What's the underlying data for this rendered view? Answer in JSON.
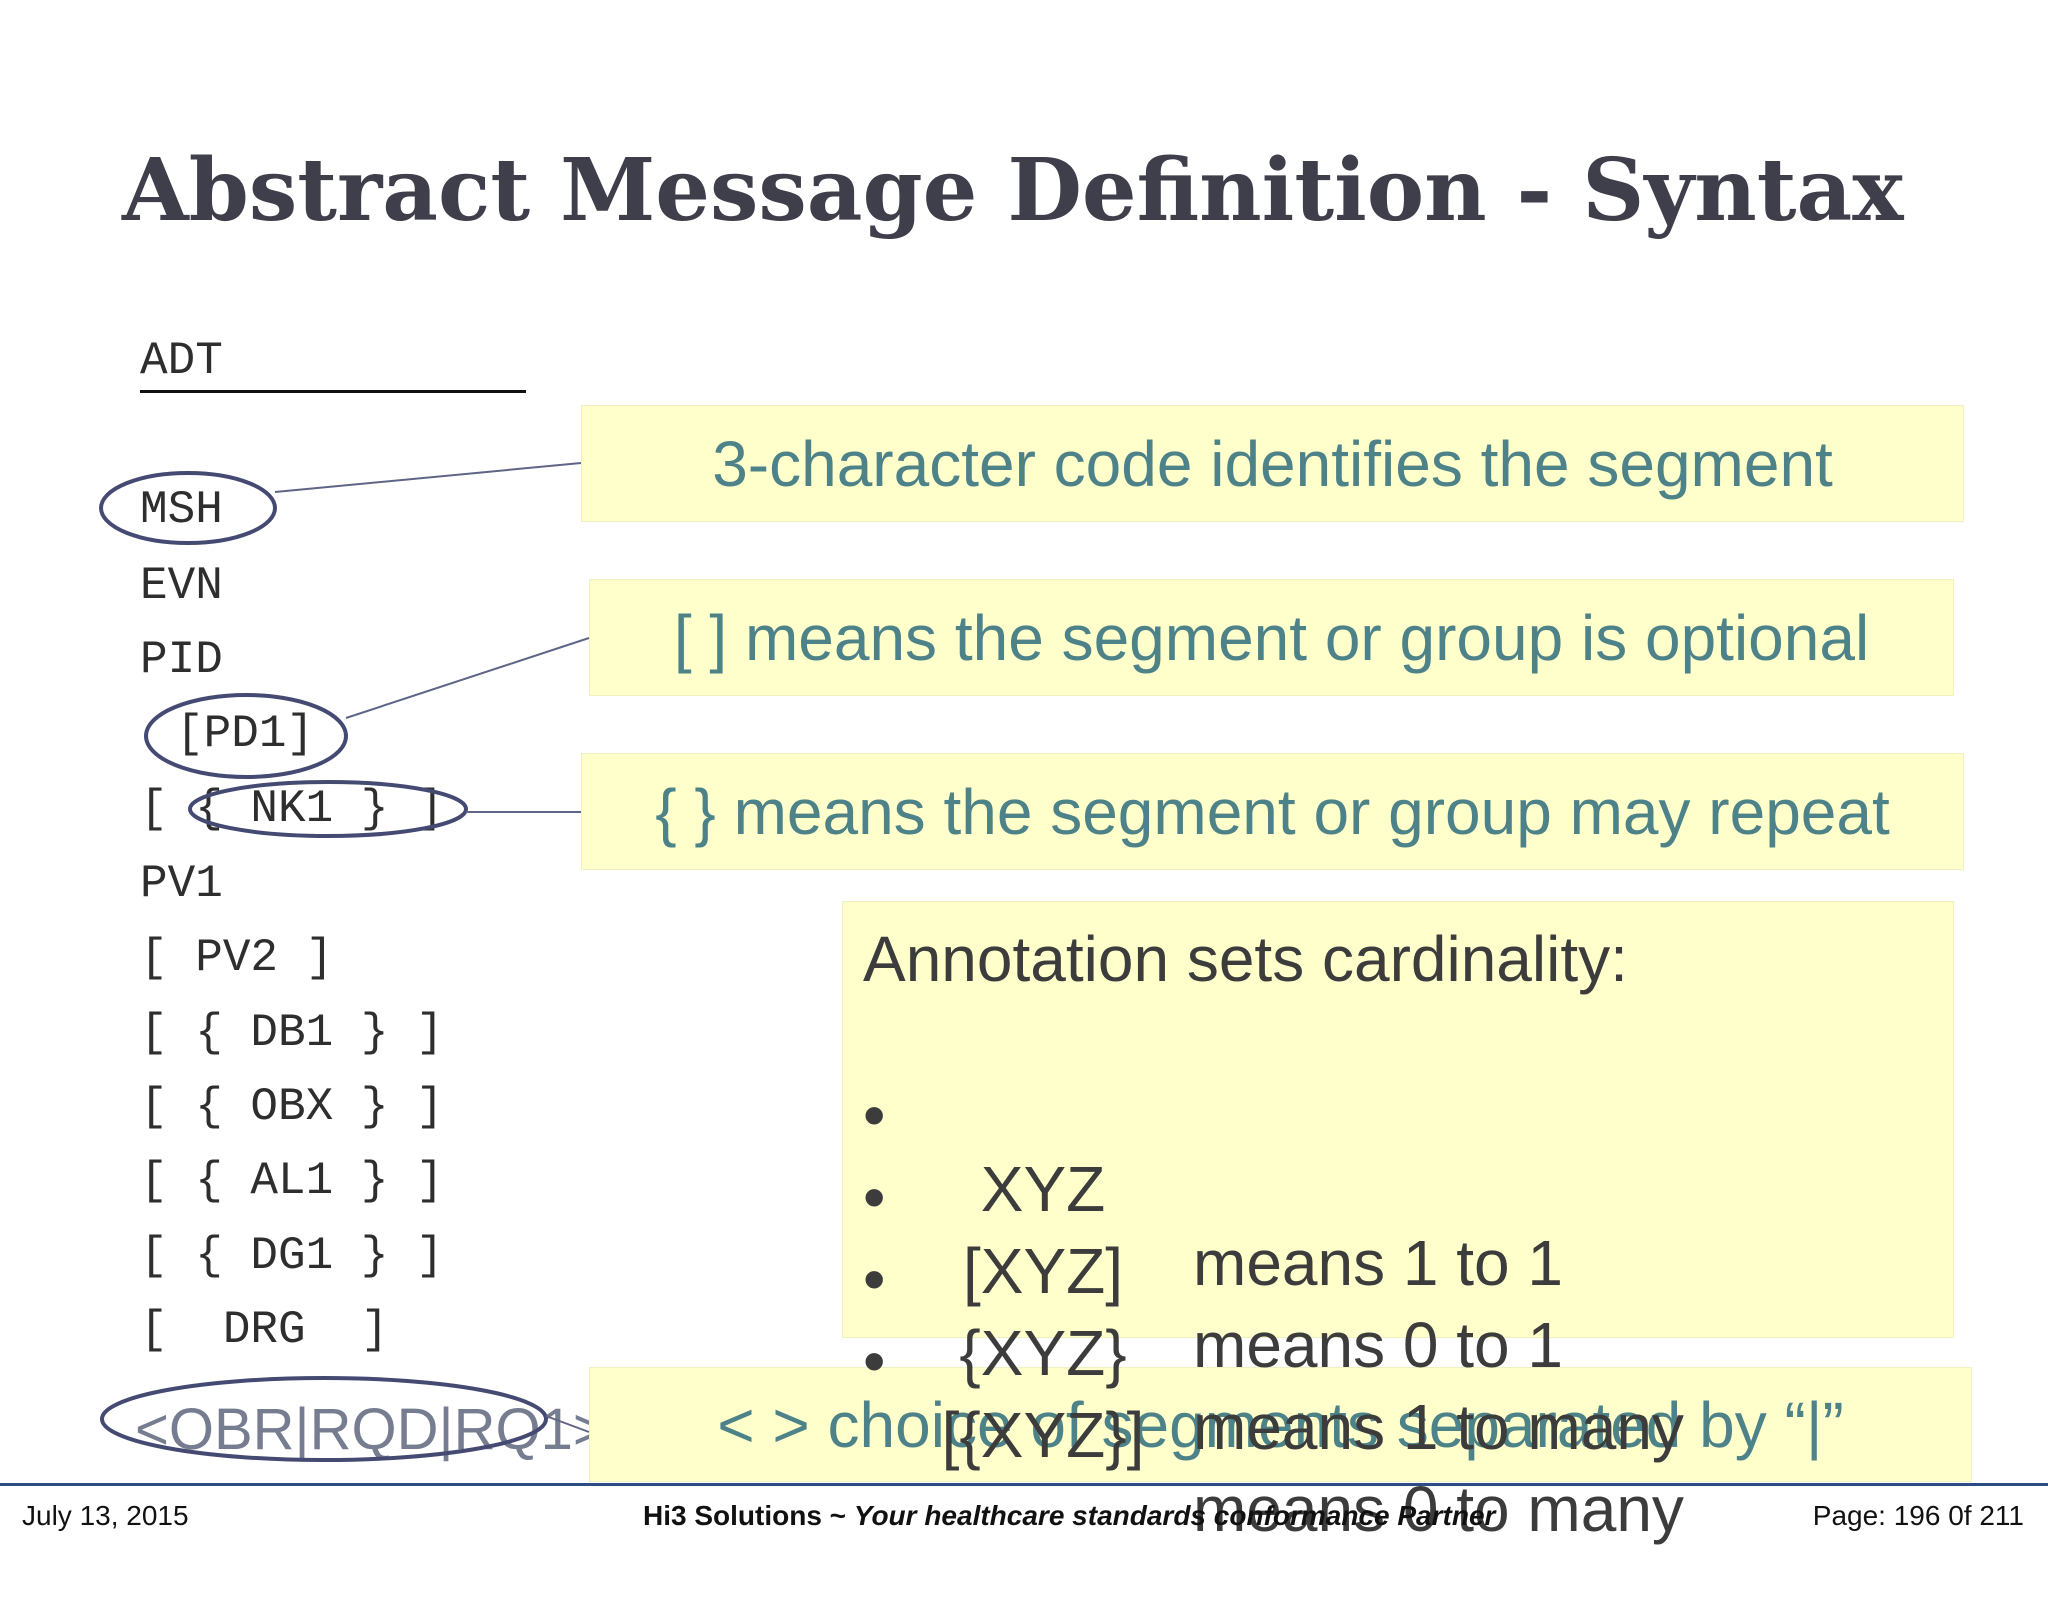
{
  "title": "Abstract Message Definition - Syntax",
  "message_type": "ADT",
  "segments": [
    "MSH",
    "EVN",
    "PID",
    "[PD1]",
    "[ { NK1 } ]",
    "PV1",
    "[ PV2 ]",
    "[ { DB1 } ]",
    "[ { OBX } ]",
    "[ { AL1 } ]",
    "[ { DG1 } ]",
    "[  DRG  ]"
  ],
  "choice_segment": "<OBR|RQD|RQ1>",
  "callouts": {
    "segment_code": "3-character code identifies the segment",
    "optional": "[ ] means the segment or group is optional",
    "repeat": "{ } means the segment or group may repeat",
    "choice": "< > choice of segments separated by “|”"
  },
  "cardinality": {
    "heading": "Annotation sets cardinality:",
    "bullet": "•",
    "rows": [
      {
        "symbol": "XYZ",
        "meaning": "means 1 to 1"
      },
      {
        "symbol": "[XYZ]",
        "meaning": "means 0 to 1"
      },
      {
        "symbol": "{XYZ}",
        "meaning": "means 1 to many"
      },
      {
        "symbol": "[{XYZ}]",
        "meaning": "means 0 to many"
      }
    ]
  },
  "footer": {
    "date": "July 13, 2015",
    "company": "Hi3 Solutions ~ ",
    "tagline": "Your healthcare standards conformance Partner",
    "page": "Page: 196 0f 211"
  },
  "colors": {
    "title": "#3f3e4b",
    "callout_bg": "#ffffcc",
    "callout_text": "#4e8289",
    "ellipse": "#454a72",
    "footer_rule": "#2d4c84"
  }
}
